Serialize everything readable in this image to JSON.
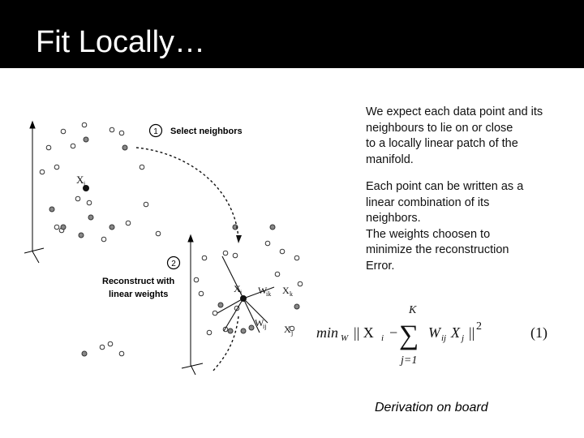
{
  "slide": {
    "title": "Fit Locally…",
    "paragraph1": "We expect each data point and its\nneighbours to lie on or close\n to a locally linear patch of the\nmanifold.",
    "paragraph2": "Each point can be written as a\nlinear combination of its\nneighbors.\nThe weights choosen to\nminimize the reconstruction\nError.",
    "footnote": "Derivation on board"
  },
  "figure": {
    "step1_number": "1",
    "step1_label": "Select neighbors",
    "step2_number": "2",
    "step2_label_line1": "Reconstruct with",
    "step2_label_line2": "linear weights",
    "point_label_top": "X",
    "point_label_top_sub": "i",
    "center_label": "X",
    "center_label_sub": "i",
    "weight_k": "W",
    "weight_k_sub": "ik",
    "neighbor_k": "X",
    "neighbor_k_sub": "k",
    "weight_j": "W",
    "weight_j_sub": "ij",
    "neighbor_j": "X",
    "neighbor_j_sub": "j"
  },
  "formula": {
    "min_text": "min",
    "min_sub": "W",
    "norm_open": "|| X",
    "norm_open_sub": "i",
    "minus": "−",
    "sigma": "∑",
    "upper_limit": "K",
    "lower_limit": "j=1",
    "term": "W",
    "term_sub": "ij",
    "term2": "X",
    "term2_sub": "j",
    "norm_close": "||",
    "power": "2",
    "eq_number": "(1)"
  }
}
